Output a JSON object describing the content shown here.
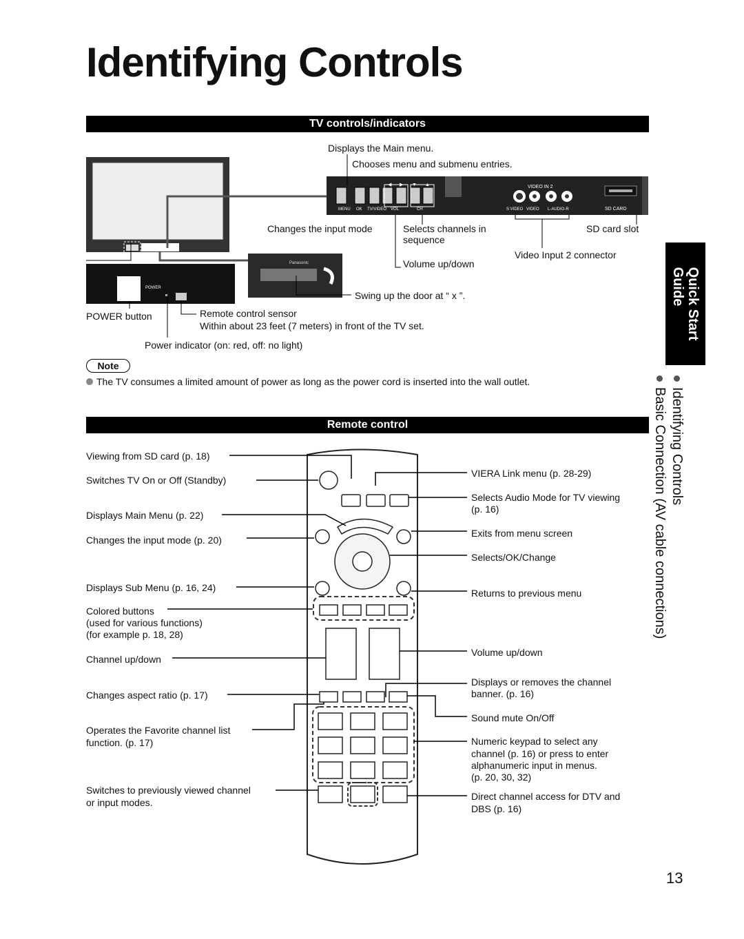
{
  "page": {
    "title": "Identifying Controls",
    "page_number": "13"
  },
  "tv_section": {
    "header": "TV controls/indicators",
    "labels": {
      "main_menu": "Displays the Main menu.",
      "menu_entries": "Chooses menu and submenu entries.",
      "input_mode": "Changes the input mode",
      "channels": "Selects channels in",
      "channels2": "sequence",
      "volume": "Volume up/down",
      "sd_slot": "SD card slot",
      "video_input": "Video Input 2 connector",
      "swing_door": "Swing up the door at “ x ”.",
      "power_button": "POWER button",
      "sensor": "Remote control sensor",
      "sensor_range": "Within about 23 feet (7 meters) in front of the TV set.",
      "power_indicator": "Power indicator (on:  red, off:  no light)"
    },
    "panel_text": {
      "menu": "MENU",
      "ok": "OK",
      "tvavd": "TV/VIDEO",
      "vol": "VOL",
      "ch": "CH",
      "video_in2": "VIDEO IN 2",
      "svideo": "S VIDEO",
      "video": "VIDEO",
      "audio": "L-AUDIO-R",
      "sdcard": "SD CARD",
      "power": "POWER",
      "brand": "Panasonic"
    }
  },
  "note": {
    "label": "Note",
    "text": "The TV consumes a limited amount of power as long as the power cord is inserted into the wall outlet."
  },
  "remote_section": {
    "header": "Remote control",
    "left_labels": {
      "sd": "Viewing from SD card (p. 18)",
      "power": "Switches TV On or Off (Standby)",
      "main_menu": "Displays Main Menu (p. 22)",
      "input": "Changes the input mode (p. 20)",
      "sub_menu": "Displays Sub Menu (p. 16, 24)",
      "colored1": "Colored buttons",
      "colored2": "(used for various functions)",
      "colored3": "(for example p. 18, 28)",
      "channel": "Channel up/down",
      "aspect": "Changes aspect ratio (p. 17)",
      "favorite1": "Operates the Favorite channel list",
      "favorite2": "function. (p. 17)",
      "recall1": "Switches to previously viewed channel",
      "recall2": "or input modes."
    },
    "right_labels": {
      "viera": "VIERA Link menu (p. 28-29)",
      "audio1": "Selects Audio Mode for TV viewing",
      "audio2": "(p. 16)",
      "exit": "Exits from menu screen",
      "ok": "Selects/OK/Change",
      "return": "Returns to previous menu",
      "volume": "Volume up/down",
      "banner1": "Displays or removes the channel",
      "banner2": "banner. (p. 16)",
      "mute": "Sound mute On/Off",
      "keypad1": "Numeric keypad to select any",
      "keypad2": "channel (p. 16) or press to enter",
      "keypad3": "alphanumeric input in menus.",
      "keypad4": "(p. 20, 30, 32)",
      "direct1": "Direct channel access for DTV and",
      "direct2": "DBS (p. 16)"
    }
  },
  "side_tab": {
    "line1": "Quick Start",
    "line2": "Guide",
    "item1": "Identifying Controls",
    "item2": "Basic Connection (AV cable connections)"
  }
}
